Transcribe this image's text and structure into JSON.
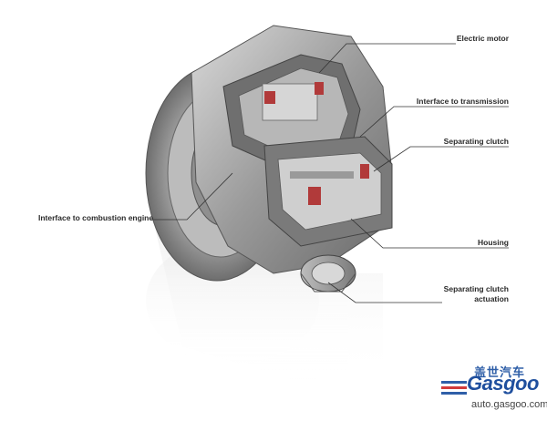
{
  "labels": {
    "electric_motor": "Electric motor",
    "interface_transmission": "Interface to transmission",
    "separating_clutch": "Separating clutch",
    "interface_engine": "Interface to combustion engine",
    "housing": "Housing",
    "clutch_actuation_line1": "Separating clutch",
    "clutch_actuation_line2": "actuation"
  },
  "watermark": {
    "chinese": "盖世汽车",
    "logo": "Gasgoo",
    "url": "auto.gasgoo.com"
  }
}
